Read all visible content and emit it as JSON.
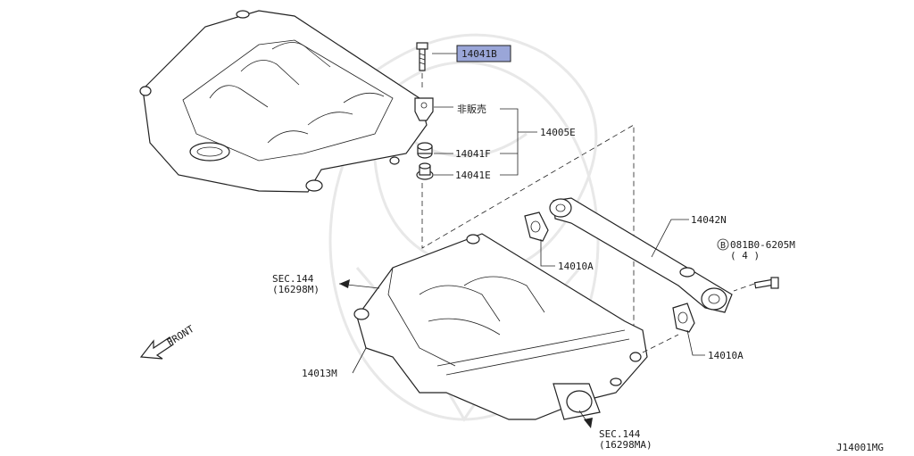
{
  "diagram": {
    "callouts": {
      "p14041b": "14041B",
      "not_for_sale": "非販売",
      "p14005e": "14005E",
      "p14041f": "14041F",
      "p14041e": "14041E",
      "p14042n": "14042N",
      "bolt_code": "081B0-6205M",
      "bolt_qty": "( 4 )",
      "bolt_circle": "B",
      "p14010a_left": "14010A",
      "p14010a_right": "14010A",
      "sec144_left": "SEC.144",
      "sec144_left_ref": "(16298M)",
      "p14013m": "14013M",
      "sec144_bottom": "SEC.144",
      "sec144_bottom_ref": "(16298MA)",
      "front": "FRONT",
      "diagram_code": "J14001MG"
    },
    "colors": {
      "line": "#222222",
      "highlight": "#9aa6d8",
      "watermark": "#e8e8e8"
    }
  }
}
